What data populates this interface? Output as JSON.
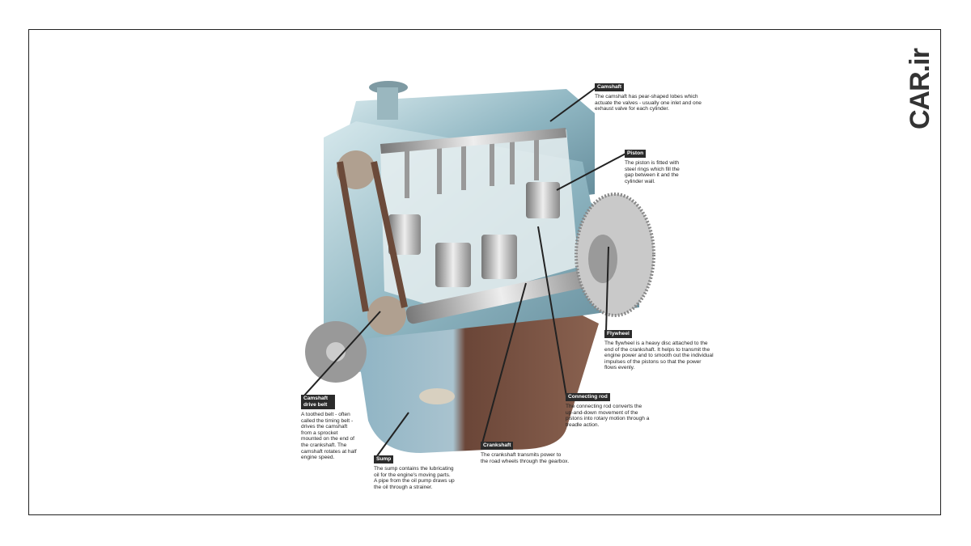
{
  "logo": {
    "text_main": "CAR",
    "text_suffix": ".ir"
  },
  "callouts": {
    "camshaft": {
      "title": "Camshaft",
      "text": "The camshaft has pear-shaped lobes which actuate the valves - usually one inlet and one exhaust valve for each cylinder."
    },
    "piston": {
      "title": "Piston",
      "text": "The piston is fitted with steel rings which fill the gap between it and the cylinder wall."
    },
    "flywheel": {
      "title": "Flywheel",
      "text": "The flywheel is a heavy disc attached to the end of the crankshaft. It helps to transmit the engine power and to smooth out the individual impulses of the pistons so that the power flows evenly."
    },
    "connecting_rod": {
      "title": "Connecting rod",
      "text": "The connecting rod converts the up-and-down movement of the pistons into rotary motion through a treadle action."
    },
    "crankshaft": {
      "title": "Crankshaft",
      "text": "The crankshaft transmits power to the road wheels through the gearbox."
    },
    "sump": {
      "title": "Sump",
      "text": "The sump contains the lubricating oil for the engine's moving parts. A pipe from the oil pump draws up the oil through a strainer."
    },
    "camshaft_drive_belt": {
      "title": "Camshaft drive belt",
      "text": "A toothed belt - often called the timing belt - drives the camshaft from a sprocket mounted on the end of the crankshaft. The camshaft rotates at half engine speed."
    }
  },
  "colors": {
    "block": "#9fc2cc",
    "sump": "#6e4a3c",
    "accent": "#e0601c"
  }
}
